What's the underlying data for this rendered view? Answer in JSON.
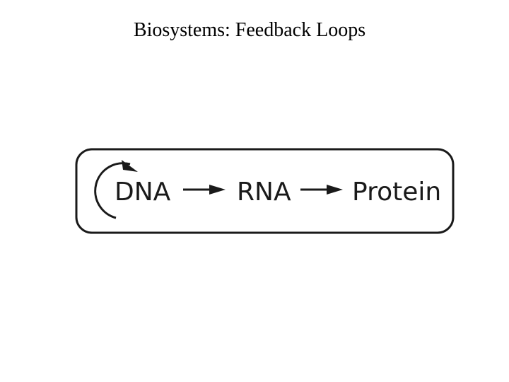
{
  "title": "Biosystems: Feedback Loops",
  "diagram": {
    "nodes": [
      {
        "id": "dna",
        "label": "DNA"
      },
      {
        "id": "rna",
        "label": "RNA"
      },
      {
        "id": "protein",
        "label": "Protein"
      }
    ],
    "edges": [
      {
        "from": "dna",
        "to": "dna",
        "kind": "self-loop"
      },
      {
        "from": "dna",
        "to": "rna",
        "kind": "arrow"
      },
      {
        "from": "rna",
        "to": "protein",
        "kind": "arrow"
      }
    ],
    "colors": {
      "stroke": "#1a1a1a",
      "background": "#ffffff"
    }
  }
}
